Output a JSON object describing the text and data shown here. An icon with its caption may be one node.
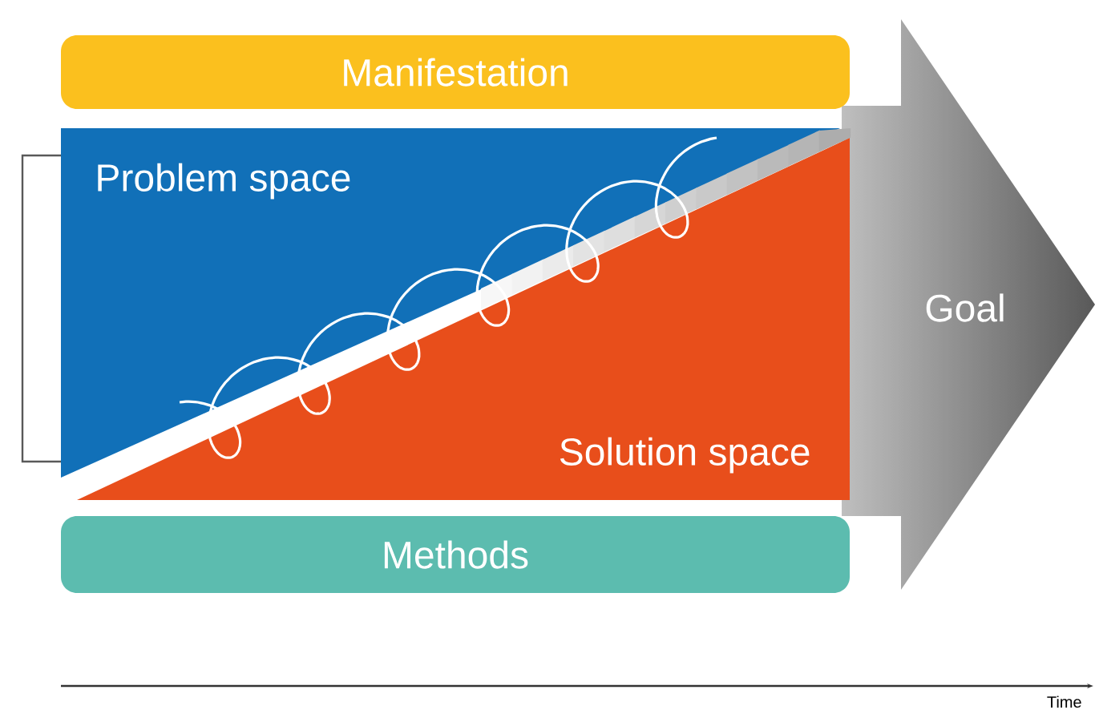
{
  "diagram": {
    "nodes": [
      {
        "text": [
          "Manifestation"
        ]
      },
      {
        "text": [
          "Problem space"
        ]
      },
      {
        "text": [
          "Solution space"
        ]
      },
      {
        "text": [
          "Methods"
        ]
      },
      {
        "text": [
          "Goal"
        ]
      }
    ],
    "labels": [
      "Time"
    ]
  }
}
